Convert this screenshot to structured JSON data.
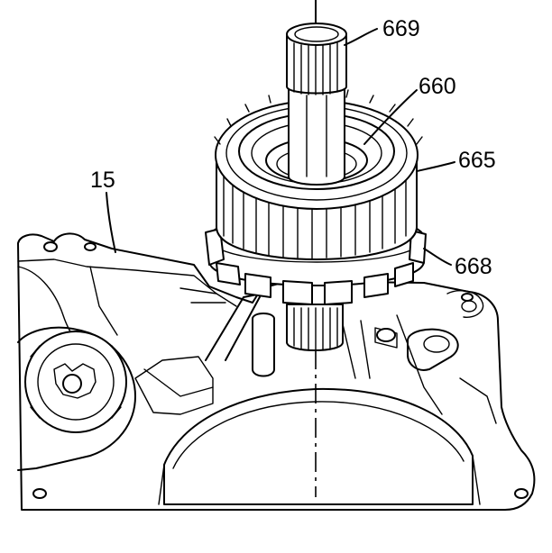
{
  "callouts": {
    "shaft": "669",
    "drum": "660",
    "outer_housing": "665",
    "lower_ring": "668",
    "case": "15"
  },
  "colors": {
    "line": "#000000",
    "background": "#ffffff"
  }
}
